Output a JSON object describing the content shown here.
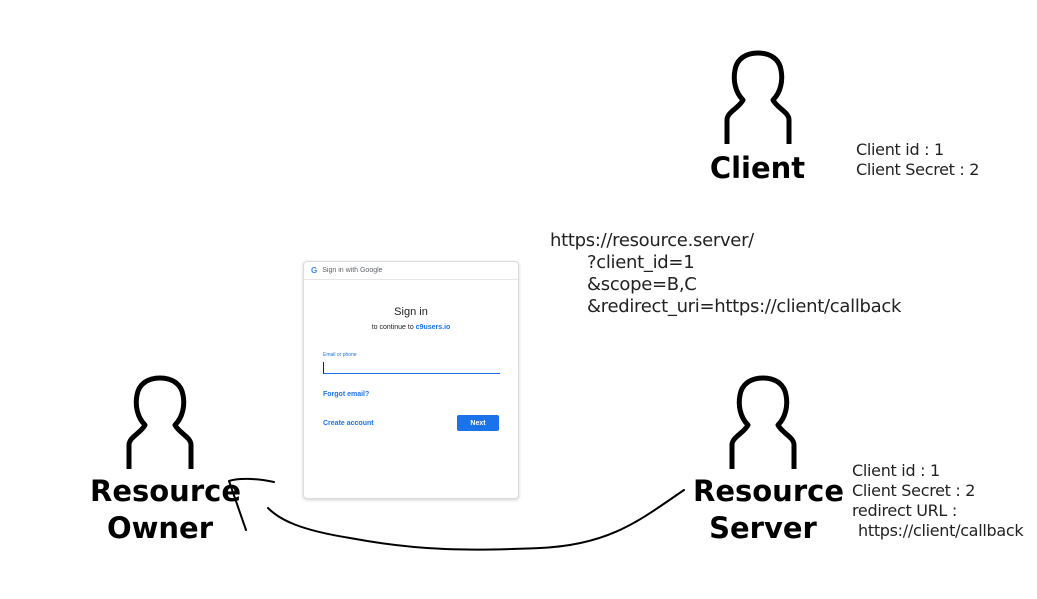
{
  "actors": {
    "client": {
      "label": "Client"
    },
    "resource_owner": {
      "label_line1": "Resource",
      "label_line2": "Owner"
    },
    "resource_server": {
      "label_line1": "Resource",
      "label_line2": "Server"
    }
  },
  "client_info": {
    "client_id": "Client id : 1",
    "client_secret": "Client Secret : 2"
  },
  "server_info": {
    "client_id": "Client id : 1",
    "client_secret": "Client Secret : 2",
    "redirect_label": "redirect URL :",
    "redirect_value": "https://client/callback"
  },
  "auth_url": {
    "base": "https://resource.server/",
    "client_id_param": "?client_id=1",
    "scope_param": "&scope=B,C",
    "redirect_param": "&redirect_uri=https://client/callback"
  },
  "signin_card": {
    "header": "Sign in with Google",
    "header_icon": "G",
    "title": "Sign in",
    "subtitle_prefix": "to continue to",
    "subtitle_domain": "c9users.io",
    "email_label": "Email or phone",
    "email_value": "",
    "forgot_email": "Forgot email?",
    "create_account": "Create account",
    "next_label": "Next"
  },
  "colors": {
    "google_blue": "#1a73e8",
    "ink": "#000000"
  }
}
